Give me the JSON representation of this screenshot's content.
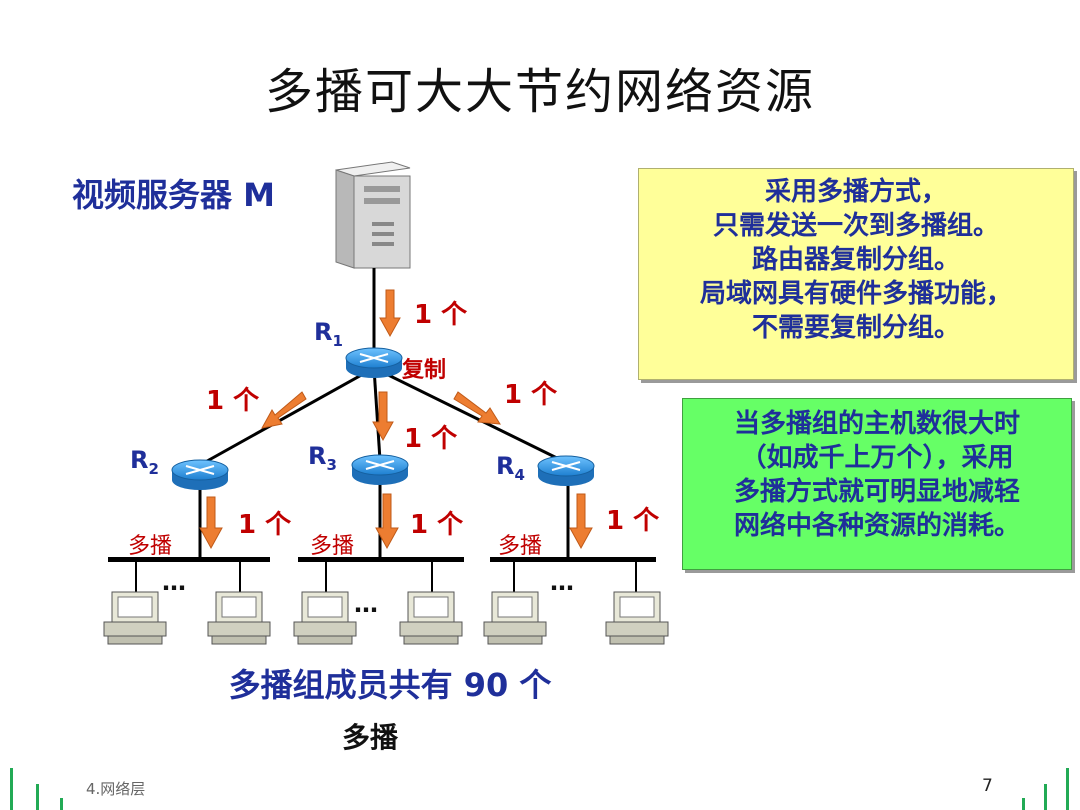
{
  "title": "多播可大大节约网络资源",
  "server_label": "视频服务器 M",
  "routers": [
    {
      "name": "R",
      "sub": "1"
    },
    {
      "name": "R",
      "sub": "2"
    },
    {
      "name": "R",
      "sub": "3"
    },
    {
      "name": "R",
      "sub": "4"
    }
  ],
  "count_label": "1 个",
  "copy_label": "复制",
  "multicast_label": "多播",
  "dots": "…",
  "bottom_label": "多播组成员共有 90 个",
  "bottom_sub": "多播",
  "yellow_box": [
    "采用多播方式，",
    "只需发送一次到多播组。",
    "路由器复制分组。",
    "局域网具有硬件多播功能，",
    "不需要复制分组。"
  ],
  "green_box": [
    "当多播组的主机数很大时",
    "（如成千上万个），采用",
    "多播方式就可明显地减轻",
    "网络中各种资源的消耗。"
  ],
  "footer": "4.网络层",
  "page_number": "7",
  "colors": {
    "blue_text": "#1f2f9a",
    "red_text": "#c00000",
    "arrow": "#ed7d31",
    "yellow": "#ffff99",
    "green": "#66ff66",
    "accent_bar": "#22aa55"
  }
}
